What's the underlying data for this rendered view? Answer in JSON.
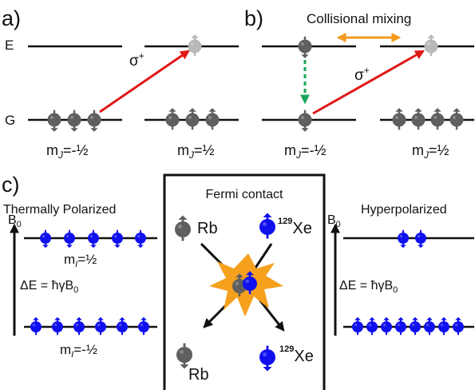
{
  "panel_a": {
    "tag": "a)",
    "level_e": "E",
    "level_g": "G",
    "transition": "σ",
    "transition_sup": "+",
    "mj_left_prefix": "m",
    "mj_left_sub": "J",
    "mj_left_value": "=-½",
    "mj_right_prefix": "m",
    "mj_right_sub": "J",
    "mj_right_value": "=½"
  },
  "panel_b": {
    "tag": "b)",
    "mixing": "Collisional mixing",
    "transition": "σ",
    "transition_sup": "+",
    "mj_left_prefix": "m",
    "mj_left_sub": "J",
    "mj_left_value": "=-½",
    "mj_right_prefix": "m",
    "mj_right_sub": "J",
    "mj_right_value": "=½"
  },
  "panel_c": {
    "tag": "c)",
    "thermal": "Thermally Polarized",
    "hyper": "Hyperpolarized",
    "fermi": "Fermi contact",
    "b0_prefix": "B",
    "b0_sub": "0",
    "mi_up_prefix": "m",
    "mi_up_sub": "I",
    "mi_up_value": "=½",
    "mi_down_prefix": "m",
    "mi_down_sub": "I",
    "mi_down_value": "=-½",
    "energy": "ΔE = ħγB",
    "energy_sub": "0",
    "rb": "Rb",
    "xe_mass": "129",
    "xe": "Xe"
  },
  "colors": {
    "rb_atom": "#5f5f5f",
    "rb_excited": "#b8b8b8",
    "xe_atom": "#1010ee",
    "laser": "#e01818",
    "mixing_arrow": "#f39a1e",
    "decay_arrow": "#1aa65a",
    "collision_burst": "#f5a11e"
  },
  "icons": {
    "atom_rb": "grey-spin-sphere",
    "atom_xe": "blue-spin-sphere",
    "collision": "starburst"
  }
}
